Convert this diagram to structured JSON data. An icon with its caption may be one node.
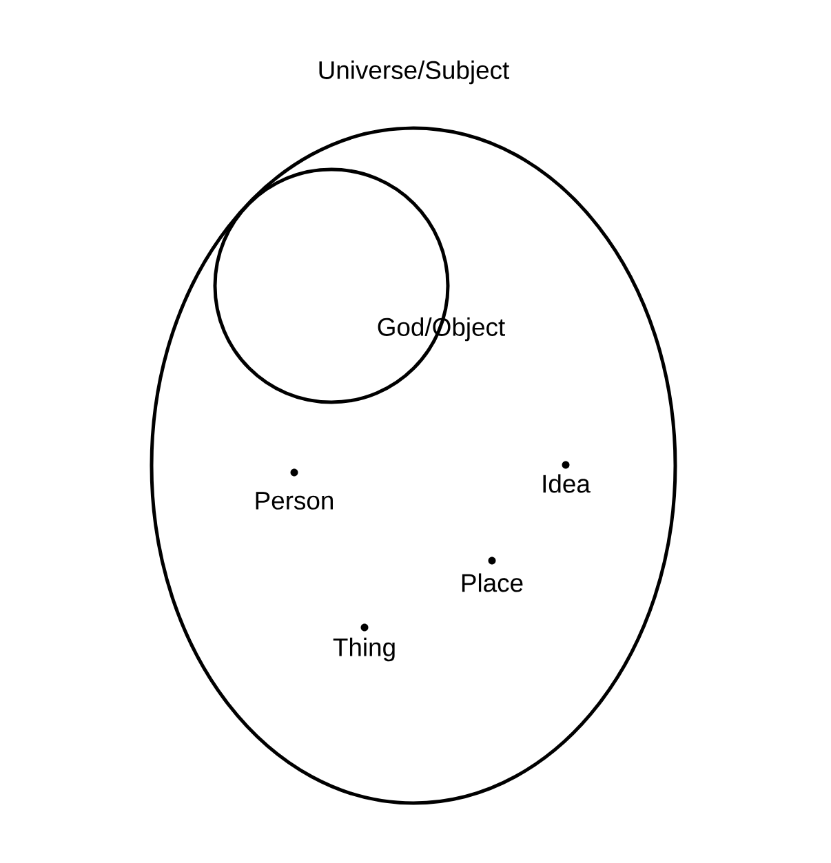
{
  "diagram": {
    "nodes": [
      {
        "text": [
          "Universe/Subject"
        ]
      },
      {
        "text": [
          "God/Object"
        ],
        "in": 0
      },
      {
        "text": [
          "Person"
        ],
        "in": 0
      },
      {
        "text": [
          "Idea"
        ],
        "in": 0
      },
      {
        "text": [
          "Place"
        ],
        "in": 0
      },
      {
        "text": [
          "Thing"
        ],
        "in": 0
      }
    ]
  }
}
